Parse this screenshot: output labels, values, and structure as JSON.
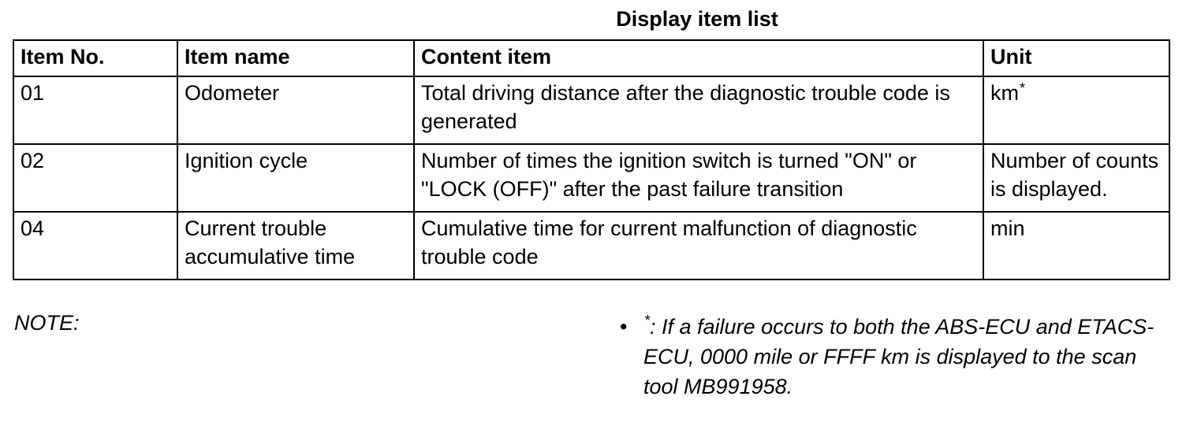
{
  "title": "Display item list",
  "table": {
    "headers": [
      "Item No.",
      "Item name",
      "Content item",
      "Unit"
    ],
    "rows": [
      {
        "no": "01",
        "name": "Odometer",
        "content": "Total driving distance after the diagnostic trouble code is generated",
        "unit": "km",
        "unit_mark": "*"
      },
      {
        "no": "02",
        "name": "Ignition cycle",
        "content": "Number of times the ignition switch is turned \"ON\" or \"LOCK (OFF)\" after the past failure transition",
        "unit": "Number of counts is displayed.",
        "unit_mark": ""
      },
      {
        "no": "04",
        "name": "Current trouble accumulative time",
        "content": "Cumulative time for current malfunction of diagnostic trouble code",
        "unit": "min",
        "unit_mark": ""
      }
    ]
  },
  "note": {
    "label": "NOTE:",
    "bullet": "•",
    "mark": "*",
    "text": ": If a failure occurs to both the ABS-ECU and ETACS-ECU, 0000 mile or FFFF km is displayed to the scan tool MB991958."
  }
}
